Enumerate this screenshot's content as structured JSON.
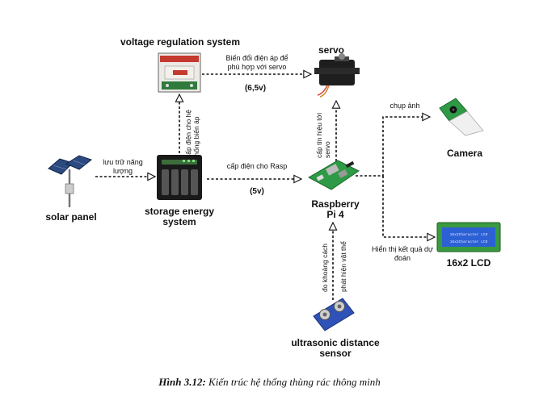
{
  "components": {
    "voltage_regulator": "voltage regulation system",
    "servo": "servo",
    "solar_panel": "solar panel",
    "storage": "storage energy\nsystem",
    "raspberry": "Raspberry\nPi 4",
    "camera": "Camera",
    "lcd": "16x2 LCD",
    "ultrasonic": "ultrasonic distance\nsensor"
  },
  "labels": {
    "voltage_convert": "Biến đổi điện áp để\nphù hợp với servo",
    "servo_voltage": "(6,5v)",
    "power_regulator": "cấp điện cho hệ\nthống biến áp",
    "servo_signal": "cấp tín hiệu tới\nservo",
    "take_photo": "chụp ảnh",
    "store_energy": "lưu trữ năng\nlượng",
    "power_rasp": "cấp điện cho Rasp",
    "rasp_voltage": "(5v)",
    "show_result": "Hiển thị kết quả dự\nđoán",
    "distance_measure": "đo khoảng cách",
    "detect_object": "phát hiện vật thể",
    "lcd_text": "16x2Character LCD"
  },
  "caption": {
    "number": "Hình 3.12:",
    "text": "Kiến trúc hệ thống thùng rác thông minh"
  }
}
